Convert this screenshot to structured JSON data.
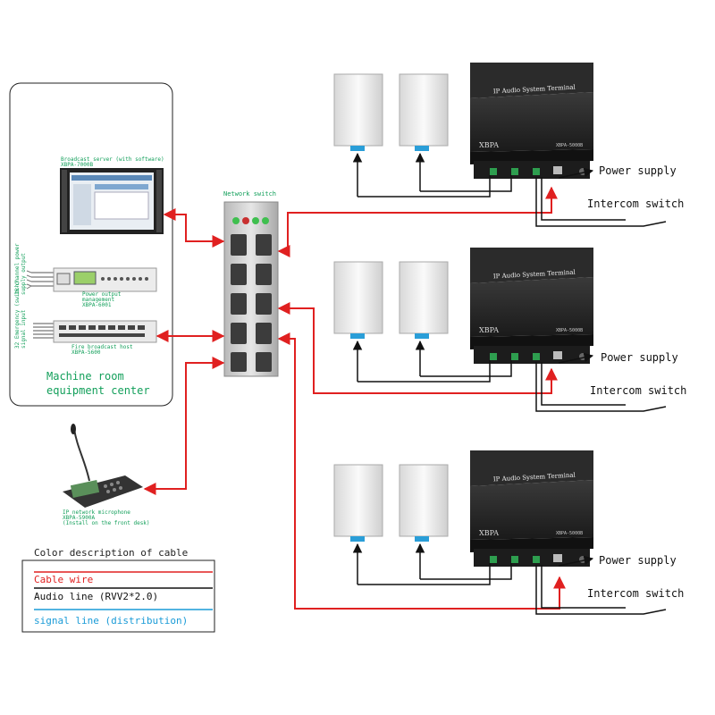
{
  "machine_room": {
    "title_line1": "Machine room",
    "title_line2": "equipment center",
    "server_label_line1": "Broadcast server (with software)",
    "server_label_line2": "XBPA-7000B",
    "power_label_line1": "Power output",
    "power_label_line2": "management",
    "power_label_line3": "XBPA-6001",
    "fire_label_line1": "Fire broadcast host",
    "fire_label_line2": "XBPA-5600",
    "side_label_a": "16-channel power",
    "side_label_b": "supply output",
    "side_label_c": "32 Emergency (switch)",
    "side_label_d": "signal input"
  },
  "switch": {
    "label": "Network switch"
  },
  "microphone": {
    "label_line1": "IP network microphone",
    "label_line2": "XBPA-5900A",
    "label_line3": "(Install on the front desk)"
  },
  "terminals": [
    {
      "title": "IP Audio System Terminal",
      "brand": "XBPA",
      "model": "XBPA-5000B",
      "power": "Power supply",
      "intercom": "Intercom switch"
    },
    {
      "title": "IP Audio System Terminal",
      "brand": "XBPA",
      "model": "XBPA-5000B",
      "power": "Power supply",
      "intercom": "Intercom switch"
    },
    {
      "title": "IP Audio System Terminal",
      "brand": "XBPA",
      "model": "XBPA-5000B",
      "power": "Power supply",
      "intercom": "Intercom switch"
    }
  ],
  "legend": {
    "title": "Color description of cable",
    "items": [
      {
        "label": "Cable wire",
        "color": "#e02020"
      },
      {
        "label": "Audio line (RVV2*2.0)",
        "color": "#111111"
      },
      {
        "label": "signal line (distribution)",
        "color": "#1a9bd7"
      }
    ]
  },
  "colors": {
    "cable": "#e02020",
    "audio": "#111111",
    "signal": "#1a9bd7"
  }
}
